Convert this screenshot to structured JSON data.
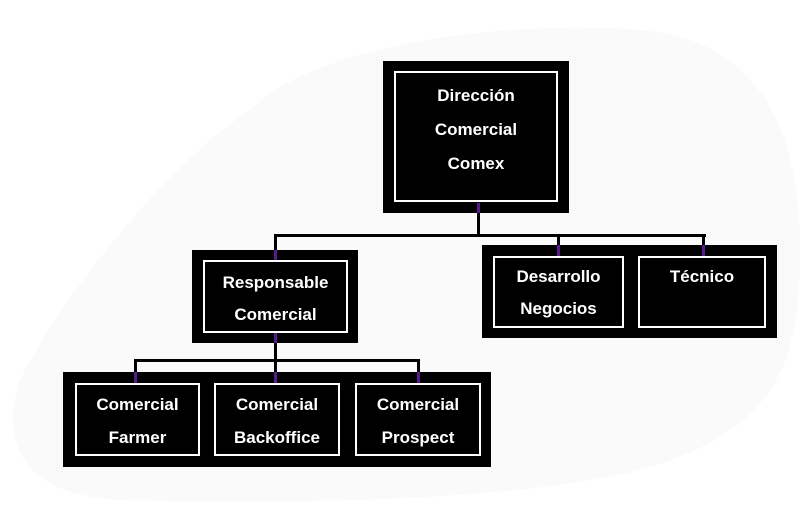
{
  "diagram": {
    "type": "org-chart",
    "colors": {
      "node_fill": "#000000",
      "node_border": "#ffffff",
      "node_text": "#ffffff",
      "connector": "#000000",
      "connector_on_box": "#5a1a8c",
      "background": "#ffffff",
      "background_blob": "#fafafa"
    },
    "root": {
      "lines": [
        "Dirección",
        "Comercial",
        "Comex"
      ]
    },
    "level2": [
      {
        "lines": [
          "Responsable",
          "Comercial"
        ],
        "children": [
          {
            "lines": [
              "Comercial",
              "Farmer"
            ]
          },
          {
            "lines": [
              "Comercial",
              "Backoffice"
            ]
          },
          {
            "lines": [
              "Comercial",
              "Prospect"
            ]
          }
        ]
      },
      {
        "group": [
          {
            "lines": [
              "Desarrollo",
              "Negocios"
            ]
          },
          {
            "lines": [
              "Técnico"
            ]
          }
        ]
      }
    ]
  }
}
